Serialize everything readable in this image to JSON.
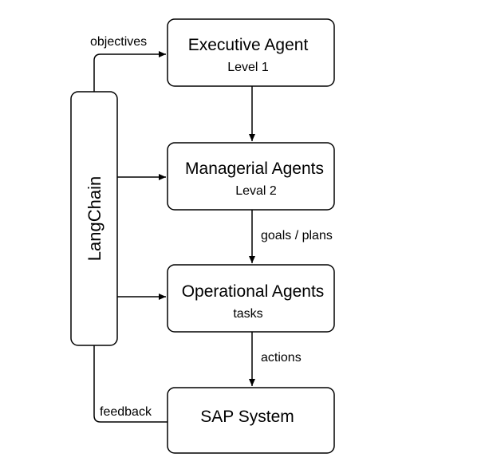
{
  "framework": {
    "label": "LangChain"
  },
  "nodes": {
    "executive": {
      "title": "Executive Agent",
      "subtitle": "Level 1"
    },
    "managerial": {
      "title": "Managerial Agents",
      "subtitle": "Leval 2"
    },
    "operational": {
      "title": "Operational Agents",
      "subtitle": "tasks"
    },
    "sap": {
      "title": "SAP System"
    }
  },
  "edges": {
    "objectives": "objectives",
    "goals_plans": "goals / plans",
    "actions": "actions",
    "feedback": "feedback"
  }
}
